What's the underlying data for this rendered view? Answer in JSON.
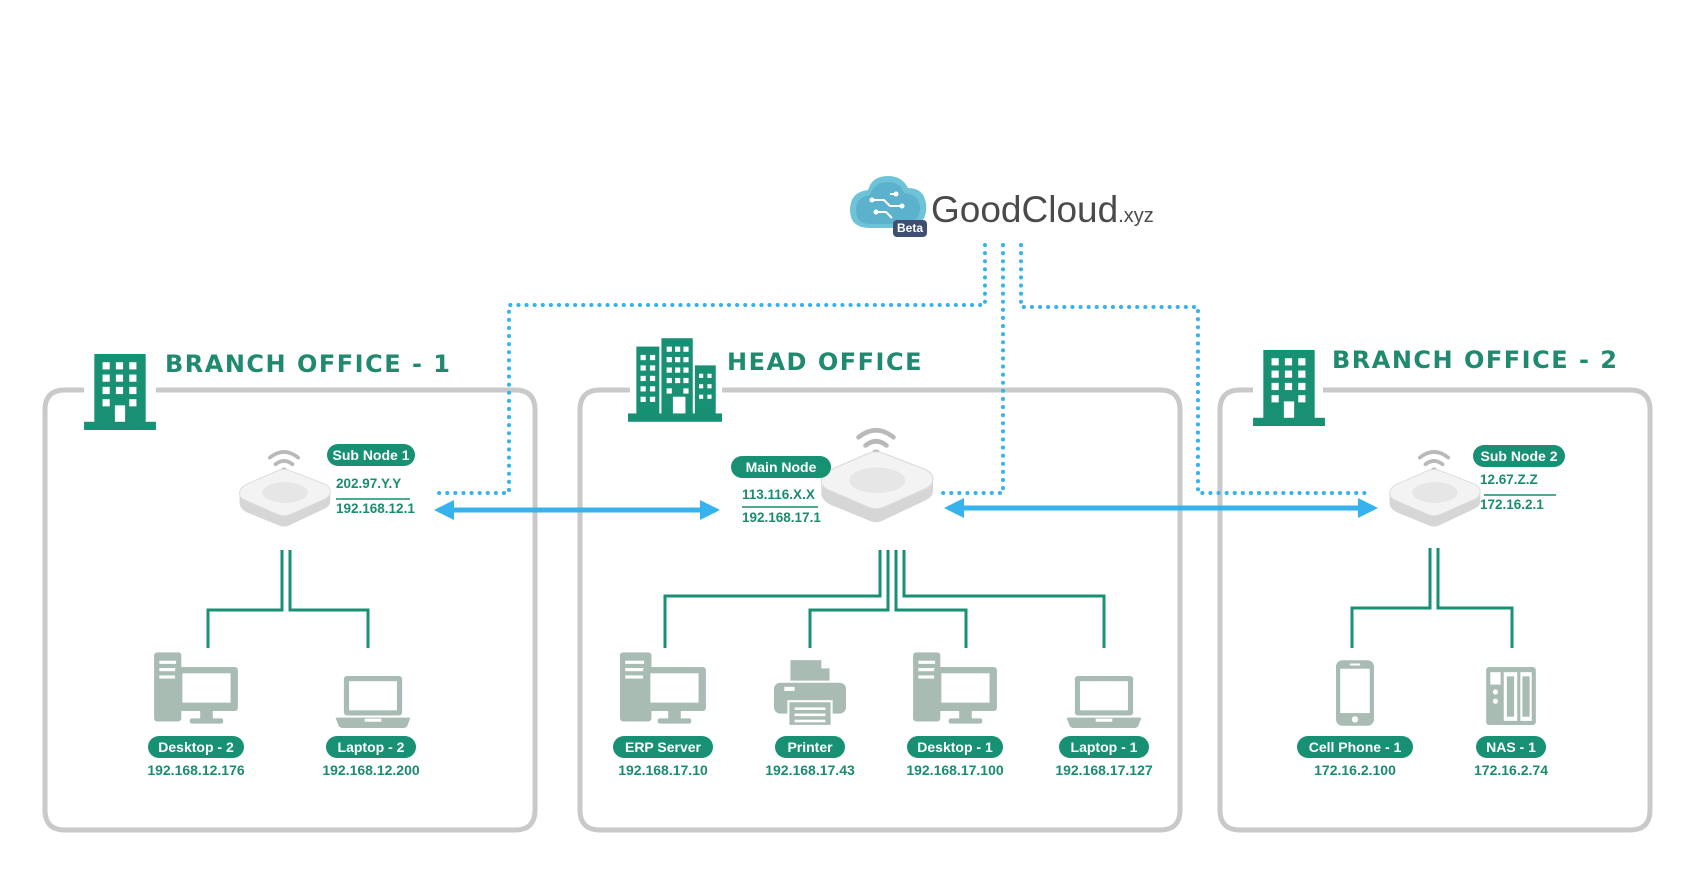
{
  "cloud": {
    "name": "GoodCloud",
    "suffix": ".xyz",
    "badge": "Beta"
  },
  "offices": {
    "branch1": {
      "title": "BRANCH OFFICE - 1"
    },
    "head": {
      "title": "HEAD OFFICE"
    },
    "branch2": {
      "title": "BRANCH OFFICE - 2"
    }
  },
  "nodes": {
    "sub1": {
      "label": "Sub Node 1",
      "public_ip": "202.97.Y.Y",
      "lan_ip": "192.168.12.1"
    },
    "main": {
      "label": "Main Node",
      "public_ip": "113.116.X.X",
      "lan_ip": "192.168.17.1"
    },
    "sub2": {
      "label": "Sub Node 2",
      "public_ip": "12.67.Z.Z",
      "lan_ip": "172.16.2.1"
    }
  },
  "devices": {
    "branch1": [
      {
        "label": "Desktop - 2",
        "ip": "192.168.12.176",
        "icon": "desktop-icon"
      },
      {
        "label": "Laptop - 2",
        "ip": "192.168.12.200",
        "icon": "laptop-icon"
      }
    ],
    "head": [
      {
        "label": "ERP Server",
        "ip": "192.168.17.10",
        "icon": "server-icon"
      },
      {
        "label": "Printer",
        "ip": "192.168.17.43",
        "icon": "printer-icon"
      },
      {
        "label": "Desktop - 1",
        "ip": "192.168.17.100",
        "icon": "desktop-icon"
      },
      {
        "label": "Laptop - 1",
        "ip": "192.168.17.127",
        "icon": "laptop-icon"
      }
    ],
    "branch2": [
      {
        "label": "Cell Phone - 1",
        "ip": "172.16.2.100",
        "icon": "cell-phone-icon"
      },
      {
        "label": "NAS - 1",
        "ip": "172.16.2.74",
        "icon": "nas-icon"
      }
    ]
  },
  "colors": {
    "accent_green": "#179074",
    "link_blue": "#36b3ec",
    "frame_gray": "#c9c9c9",
    "device_gray": "#a9bcb4"
  }
}
